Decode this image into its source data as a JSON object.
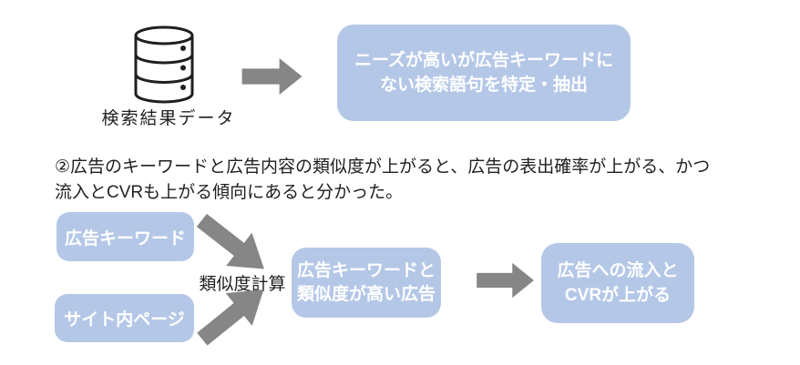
{
  "top_flow": {
    "source": {
      "icon": "database-icon",
      "label": "検索結果データ"
    },
    "result_box": {
      "text": "ニーズが高いが広告キーワードに\nない検索語句を特定・抽出"
    }
  },
  "paragraph": "②広告のキーワードと広告内容の類似度が上がると、広告の表出確率が上がる、かつ\n流入とCVRも上がる傾向にあると分かった。",
  "bottom_flow": {
    "input_boxes": [
      {
        "text": "広告キーワード"
      },
      {
        "text": "サイト内ページ"
      }
    ],
    "process_label": "類似度計算",
    "middle_box": {
      "text": "広告キーワードと\n類似度が高い広告"
    },
    "result_box": {
      "text": "広告への流入と\nCVRが上がる"
    }
  },
  "colors": {
    "box_fill": "#b4c7e7",
    "box_text": "#ffffff",
    "arrow": "#868686",
    "icon_stroke": "#1f1f1f",
    "text": "#1f1f1f"
  }
}
